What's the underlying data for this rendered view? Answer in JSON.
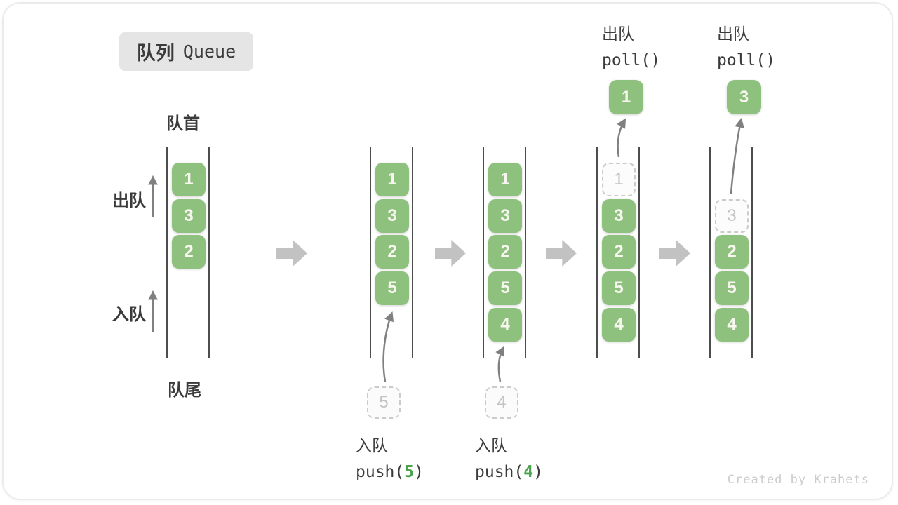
{
  "title": {
    "zh": "队列",
    "en": "Queue"
  },
  "labels": {
    "front": "队首",
    "rear": "队尾",
    "dequeue_side": "出队",
    "enqueue_side": "入队"
  },
  "colors": {
    "box_green": "#8fc17e",
    "box_number_text": "#f7f7f0",
    "code_arg_green": "#4ca24c",
    "channel_line": "#4d4d4d",
    "block_arrow_gray": "#c2c2c2",
    "thin_arrow_gray": "#808080",
    "ghost_border_gray": "#cbcbcb",
    "ghost_text_gray": "#c4c4c4",
    "badge_bg": "#e5e5e5",
    "text_dark": "#3b3b3b",
    "watermark_gray": "#cccccc"
  },
  "queues": [
    {
      "name": "state-initial",
      "slots": [
        {
          "row": 0,
          "value": "1",
          "state": "filled"
        },
        {
          "row": 1,
          "value": "3",
          "state": "filled"
        },
        {
          "row": 2,
          "value": "2",
          "state": "filled"
        }
      ]
    },
    {
      "name": "state-after-push-5",
      "slots": [
        {
          "row": 0,
          "value": "1",
          "state": "filled"
        },
        {
          "row": 1,
          "value": "3",
          "state": "filled"
        },
        {
          "row": 2,
          "value": "2",
          "state": "filled"
        },
        {
          "row": 3,
          "value": "5",
          "state": "filled"
        }
      ],
      "incoming": "5"
    },
    {
      "name": "state-after-push-4",
      "slots": [
        {
          "row": 0,
          "value": "1",
          "state": "filled"
        },
        {
          "row": 1,
          "value": "3",
          "state": "filled"
        },
        {
          "row": 2,
          "value": "2",
          "state": "filled"
        },
        {
          "row": 3,
          "value": "5",
          "state": "filled"
        },
        {
          "row": 4,
          "value": "4",
          "state": "filled"
        }
      ],
      "incoming": "4"
    },
    {
      "name": "state-after-poll-1",
      "slots": [
        {
          "row": 0,
          "value": "1",
          "state": "ghost"
        },
        {
          "row": 1,
          "value": "3",
          "state": "filled"
        },
        {
          "row": 2,
          "value": "2",
          "state": "filled"
        },
        {
          "row": 3,
          "value": "5",
          "state": "filled"
        },
        {
          "row": 4,
          "value": "4",
          "state": "filled"
        }
      ],
      "outgoing": "1"
    },
    {
      "name": "state-after-poll-3",
      "slots": [
        {
          "row": 1,
          "value": "3",
          "state": "ghost"
        },
        {
          "row": 2,
          "value": "2",
          "state": "filled"
        },
        {
          "row": 3,
          "value": "5",
          "state": "filled"
        },
        {
          "row": 4,
          "value": "4",
          "state": "filled"
        }
      ],
      "outgoing": "3"
    }
  ],
  "push_ops": [
    {
      "zh": "入队",
      "code_before": "push(",
      "arg": "5",
      "code_after": ")"
    },
    {
      "zh": "入队",
      "code_before": "push(",
      "arg": "4",
      "code_after": ")"
    }
  ],
  "poll_ops": [
    {
      "zh": "出队",
      "code": "poll()"
    },
    {
      "zh": "出队",
      "code": "poll()"
    }
  ],
  "watermark": "Created by Krahets"
}
